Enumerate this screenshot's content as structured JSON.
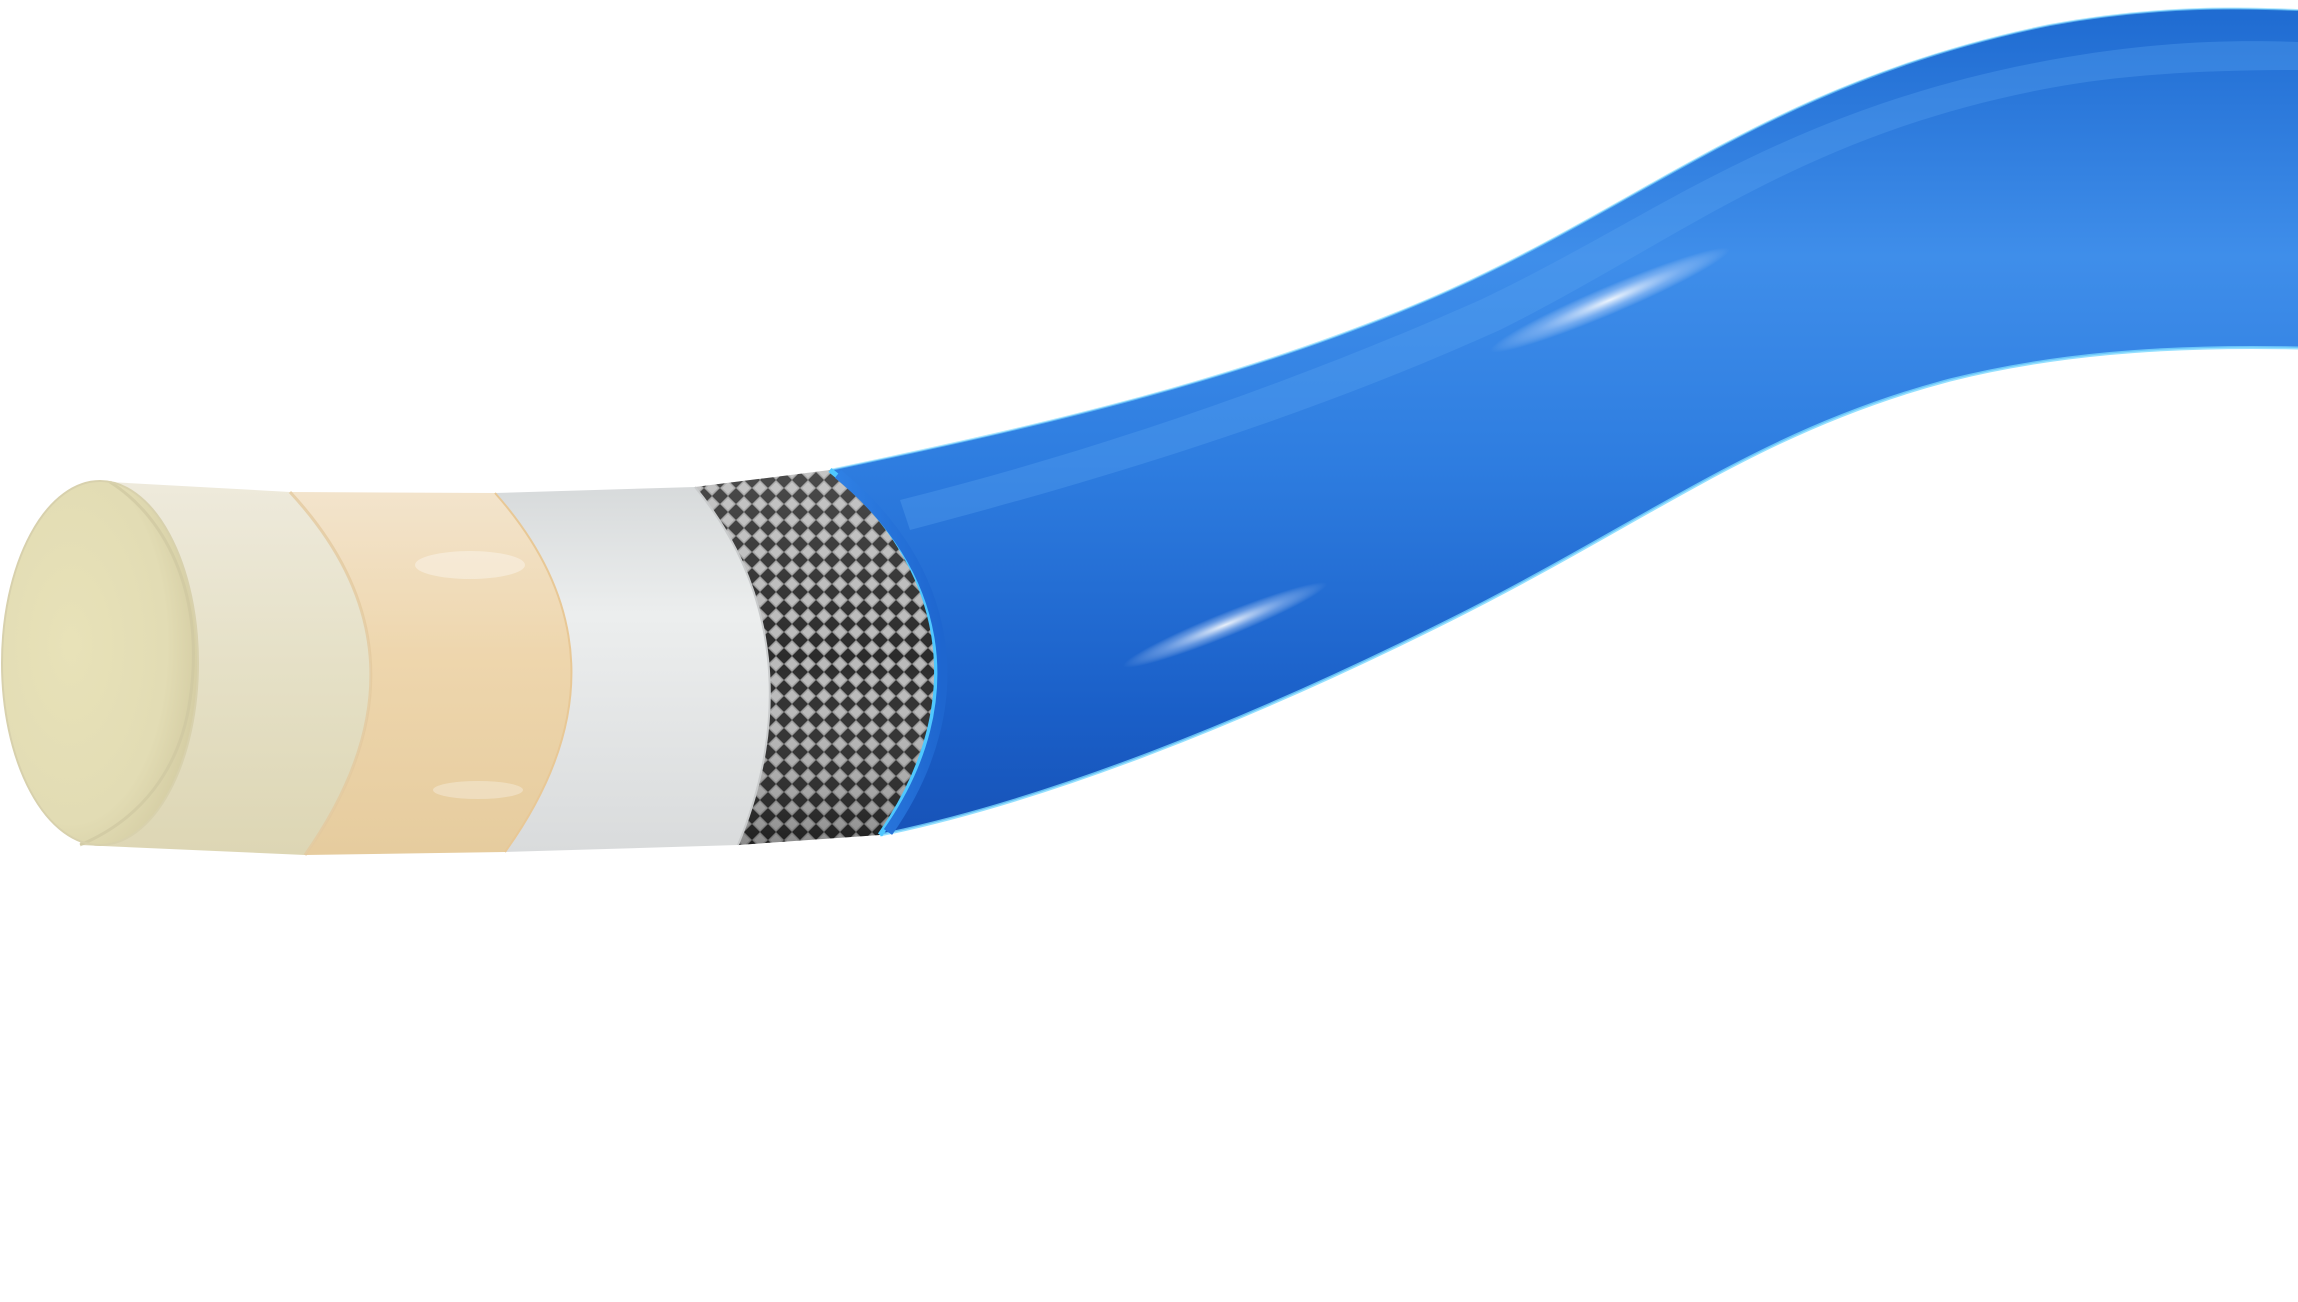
{
  "illustration": {
    "subject": "hose-cutaway",
    "background_color": "#ffffff",
    "layers": [
      {
        "id": "inner-tube",
        "color": "#e9e3c6"
      },
      {
        "id": "inner-sleeve",
        "color": "#efd6b2"
      },
      {
        "id": "barrier-layer",
        "color": "#e7e8e8"
      },
      {
        "id": "braid-reinforcement",
        "color": "#4a4a4a"
      },
      {
        "id": "outer-cover",
        "color": "#2f7fe0"
      }
    ],
    "cover_edge_color": "#5fd4ff"
  }
}
